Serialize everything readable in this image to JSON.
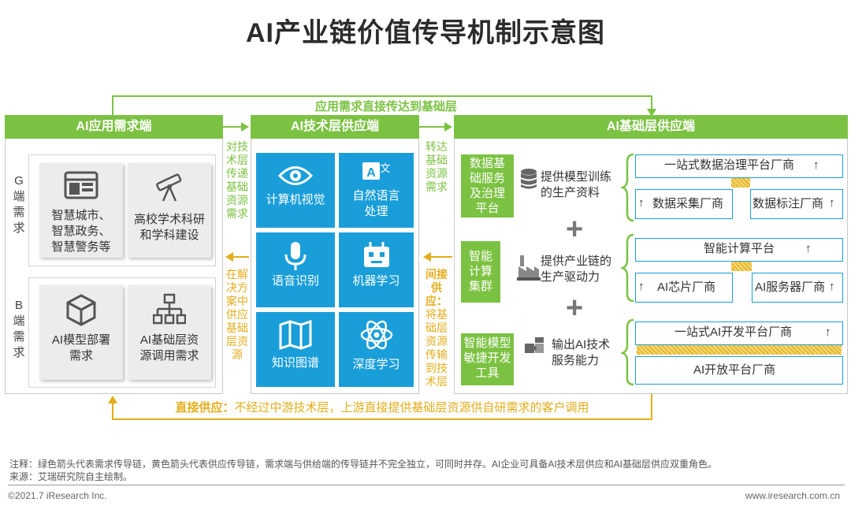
{
  "title": "AI产业链价值传导机制示意图",
  "top_arrow_label": "应用需求直接传达到基础层",
  "bottom_arrow": {
    "bold": "直接供应：",
    "text": "不经过中游技术层，上游直接提供基础层资源供自研需求的客户调用"
  },
  "left_panel": {
    "header": "AI应用需求端",
    "g_label": [
      "G",
      "端",
      "需",
      "求"
    ],
    "b_label": [
      "B",
      "端",
      "需",
      "求"
    ],
    "g_cards": [
      {
        "lines": [
          "智慧城市、",
          "智慧政务、",
          "智慧警务等"
        ],
        "icon": "browser-window-icon"
      },
      {
        "lines": [
          "高校学术科研",
          "和学科建设"
        ],
        "icon": "telescope-icon"
      }
    ],
    "b_cards": [
      {
        "lines": [
          "AI模型部署",
          "需求"
        ],
        "icon": "cube-icon"
      },
      {
        "lines": [
          "AI基础层资",
          "源调用需求"
        ],
        "icon": "hierarchy-icon"
      }
    ]
  },
  "middle_panel": {
    "header": "AI技术层供应端",
    "tiles": [
      {
        "lines": [
          "计算机视觉"
        ],
        "icon": "eye-icon"
      },
      {
        "lines": [
          "自然语言",
          "处理"
        ],
        "icon": "translate-icon"
      },
      {
        "lines": [
          "语音识别"
        ],
        "icon": "microphone-icon"
      },
      {
        "lines": [
          "机器学习"
        ],
        "icon": "robot-icon"
      },
      {
        "lines": [
          "知识图谱"
        ],
        "icon": "map-icon"
      },
      {
        "lines": [
          "深度学习"
        ],
        "icon": "atom-icon"
      }
    ]
  },
  "right_panel": {
    "header": "AI基础层供应端",
    "rows": [
      {
        "label": [
          "数据基",
          "础服务",
          "及治理",
          "平台"
        ],
        "desc": [
          "提供模型训练",
          "的生产资料"
        ],
        "icon": "database-icon",
        "top_vendor": "一站式数据治理平台厂商",
        "bottom_left": "数据采集厂商",
        "bottom_right": "数据标注厂商"
      },
      {
        "label": [
          "智能",
          "计算",
          "集群"
        ],
        "desc": [
          "提供产业链的",
          "生产驱动力"
        ],
        "icon": "factory-icon",
        "top_vendor": "智能计算平台",
        "bottom_left": "AI芯片厂商",
        "bottom_right": "AI服务器厂商"
      },
      {
        "label": [
          "智能模型",
          "敏捷开发",
          "工具"
        ],
        "desc": [
          "输出AI技术",
          "服务能力"
        ],
        "icon": "puzzle-icon",
        "top_vendor": "一站式AI开发平台厂商",
        "bottom_vendor": "AI开放平台厂商"
      }
    ]
  },
  "flow_labels": {
    "left_top": [
      "对技",
      "术层",
      "传递",
      "基础",
      "资源",
      "需求"
    ],
    "left_bottom": [
      "在解",
      "决方",
      "案中",
      "供应",
      "基础",
      "层资",
      "源"
    ],
    "right_top": [
      "转达",
      "基础",
      "资源",
      "需求"
    ],
    "right_bottom_bold": [
      "间接",
      "供应："
    ],
    "right_bottom": [
      "将基",
      "础层",
      "资源",
      "传输",
      "到技",
      "术层"
    ]
  },
  "note": "注释：绿色箭头代表需求传导链，黄色箭头代表供应传导链，需求端与供给端的传导链并不完全独立，可同时并存。AI企业可具备AI技术层供应和AI基础层供应双重角色。",
  "source": "来源：艾瑞研究院自主绘制。",
  "footer_left": "©2021.7 iResearch Inc.",
  "footer_right": "www.iresearch.com.cn",
  "colors": {
    "green": "#7cc242",
    "blue": "#1a9ed9",
    "yellow": "#e4ad1b"
  }
}
